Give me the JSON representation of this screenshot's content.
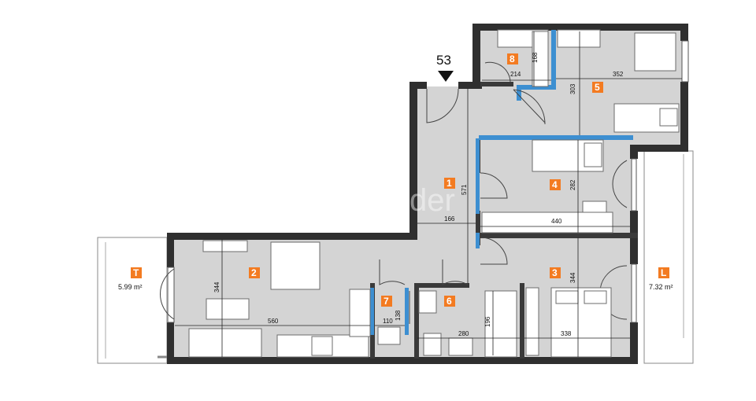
{
  "unit_number": "53",
  "watermark": "der",
  "colors": {
    "floor": "#d4d4d4",
    "wall": "#2f2f2f",
    "badge": "#f37b21",
    "partition": "#3d8fd1",
    "balcony": "#ffffff"
  },
  "rooms": [
    {
      "id": "1"
    },
    {
      "id": "2"
    },
    {
      "id": "3"
    },
    {
      "id": "4"
    },
    {
      "id": "5"
    },
    {
      "id": "6"
    },
    {
      "id": "7"
    },
    {
      "id": "8"
    }
  ],
  "outdoor": [
    {
      "id": "T",
      "area": "5.99 m²"
    },
    {
      "id": "L",
      "area": "7.32 m²"
    }
  ],
  "dimensions": [
    {
      "id": "d168",
      "value": "168"
    },
    {
      "id": "d214",
      "value": "214"
    },
    {
      "id": "d303",
      "value": "303"
    },
    {
      "id": "d352",
      "value": "352"
    },
    {
      "id": "d571",
      "value": "571"
    },
    {
      "id": "d282",
      "value": "282"
    },
    {
      "id": "d166",
      "value": "166"
    },
    {
      "id": "d440",
      "value": "440"
    },
    {
      "id": "d344a",
      "value": "344"
    },
    {
      "id": "d344b",
      "value": "344"
    },
    {
      "id": "d560",
      "value": "560"
    },
    {
      "id": "d110",
      "value": "110"
    },
    {
      "id": "d138",
      "value": "138"
    },
    {
      "id": "d196",
      "value": "196"
    },
    {
      "id": "d280",
      "value": "280"
    },
    {
      "id": "d338",
      "value": "338"
    }
  ]
}
